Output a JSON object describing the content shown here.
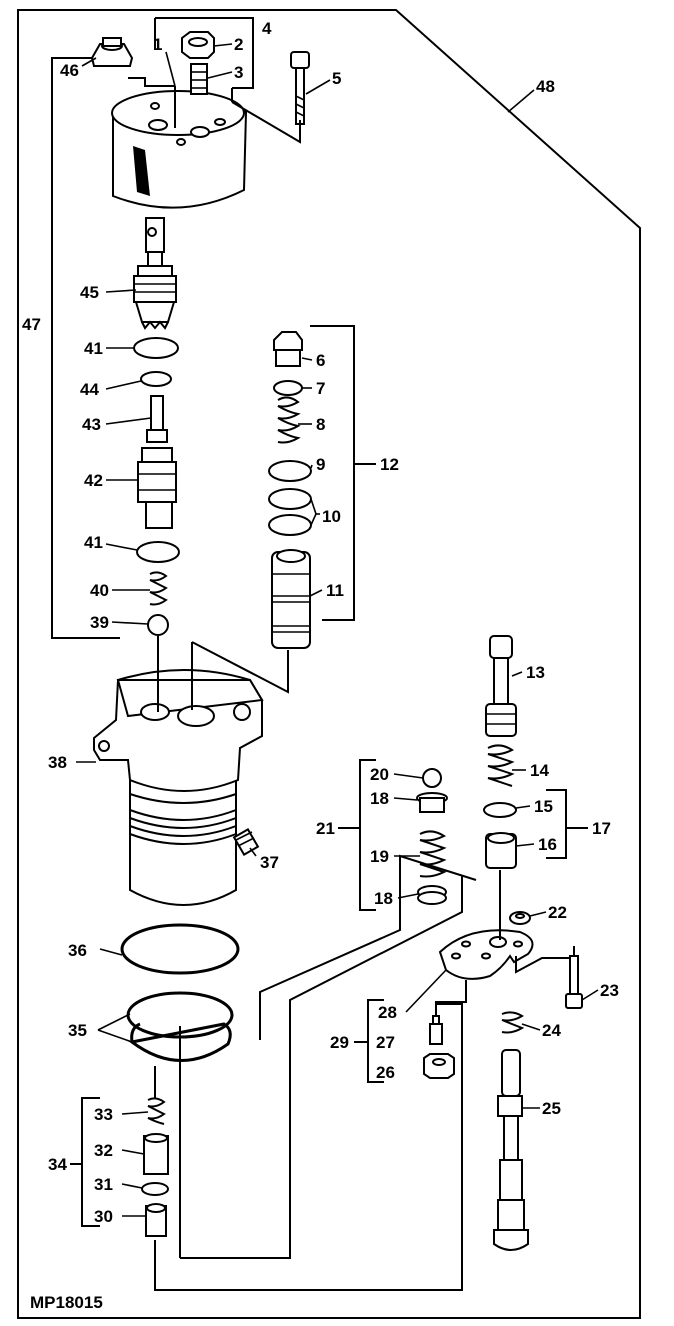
{
  "figure_id": "MP18015",
  "callouts": {
    "c1": "1",
    "c2": "2",
    "c3": "3",
    "c4": "4",
    "c5": "5",
    "c6": "6",
    "c7": "7",
    "c8": "8",
    "c9": "9",
    "c10": "10",
    "c11": "11",
    "c12": "12",
    "c13": "13",
    "c14": "14",
    "c15": "15",
    "c16": "16",
    "c17": "17",
    "c18a": "18",
    "c18b": "18",
    "c19": "19",
    "c20": "20",
    "c21": "21",
    "c22": "22",
    "c23": "23",
    "c24": "24",
    "c25": "25",
    "c26": "26",
    "c27": "27",
    "c28": "28",
    "c29": "29",
    "c30": "30",
    "c31": "31",
    "c32": "32",
    "c33": "33",
    "c34": "34",
    "c35": "35",
    "c36": "36",
    "c37": "37",
    "c38": "38",
    "c39": "39",
    "c40": "40",
    "c41a": "41",
    "c41b": "41",
    "c42": "42",
    "c43": "43",
    "c44": "44",
    "c45": "45",
    "c46": "46",
    "c47": "47",
    "c48": "48"
  }
}
